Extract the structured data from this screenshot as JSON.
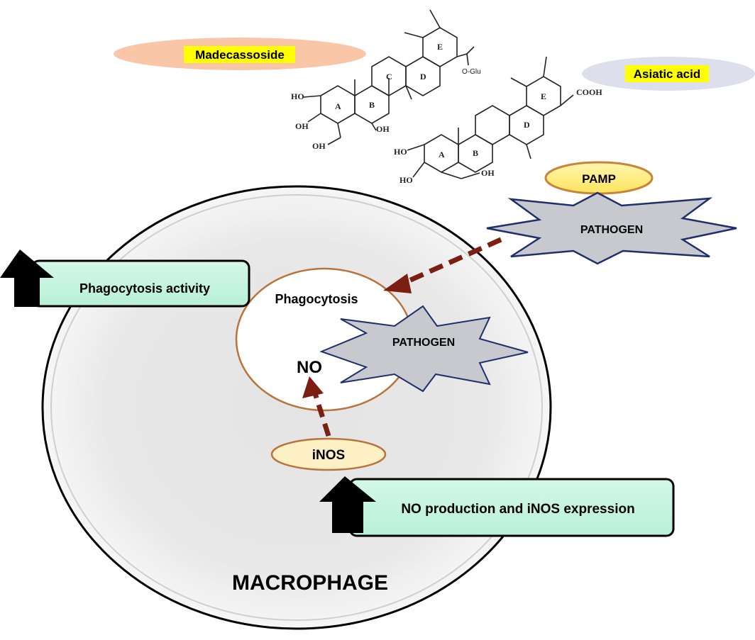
{
  "compounds": {
    "madecassoside": "Madecassoside",
    "asiatic_acid": "Asiatic acid"
  },
  "pamp": "PAMP",
  "pathogen_outside": "PATHOGEN",
  "pathogen_inside": "PATHOGEN",
  "phagocytosis": "Phagocytosis",
  "no": "NO",
  "inos": "iNOS",
  "macrophage": "MACROPHAGE",
  "effects": {
    "phagocytosis_activity": "Phagocytosis activity",
    "no_production": "NO production and iNOS expression"
  },
  "molecule_labels": {
    "glu": "O-Glu",
    "cooh": "COOH",
    "ring_a": "A",
    "ring_b": "B",
    "ring_c": "C",
    "ring_d": "D",
    "ring_e": "E",
    "ho": "HO",
    "oh": "OH",
    "ho_lower": "HO",
    "oh_lower": "OH"
  },
  "colors": {
    "madecassoside_ellipse": "#f9c6a8",
    "asiatic_ellipse": "#dde0ec",
    "highlight": "#ffff00",
    "pamp_fill": "#ffee80",
    "pamp_stroke": "#c8843a",
    "pathogen_fill": "#c7c9cf",
    "pathogen_stroke": "#1f2f6b",
    "arrow": "#7a1f12",
    "effect_box": "#c6f5df",
    "phagosome_stroke": "#b8743c",
    "inos_fill": "#fdf0c4"
  }
}
